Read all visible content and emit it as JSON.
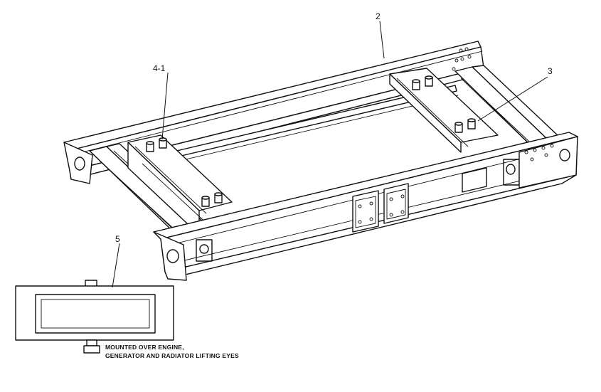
{
  "callouts": {
    "part_2": "2",
    "part_3": "3",
    "part_4_1": "4-1",
    "part_5": "5"
  },
  "note": {
    "line1": "MOUNTED OVER ENGINE,",
    "line2": "GENERATOR AND RADIATOR LIFTING EYES"
  }
}
